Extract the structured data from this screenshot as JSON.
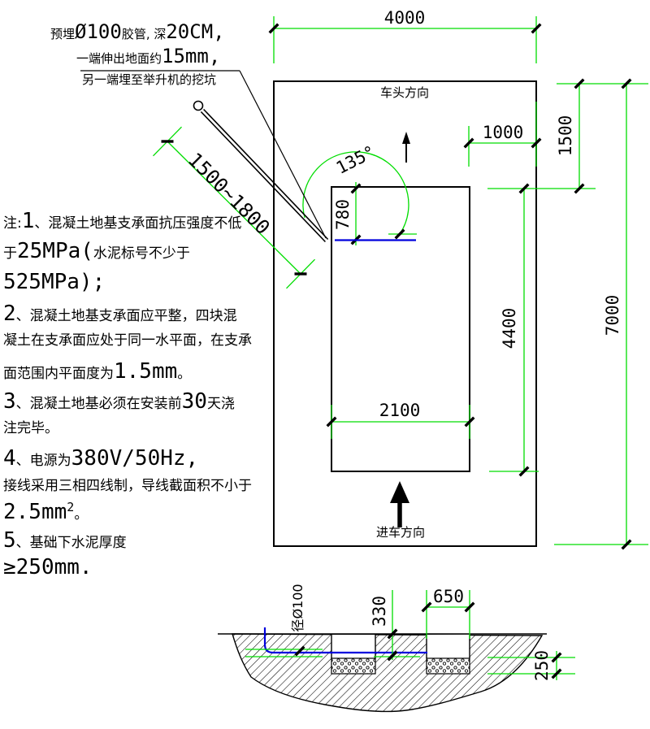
{
  "annotation": {
    "l1": [
      "预埋",
      "Ø100",
      "胶管, 深",
      "20CM,"
    ],
    "l2": [
      "一端伸出地面约",
      "15mm,"
    ],
    "l3": "另一端埋至举升机的挖坑"
  },
  "notes": {
    "lines": [
      [
        "注:",
        "1",
        "、混凝土地基支承面抗压强度不低"
      ],
      [
        "于",
        "25MPa(",
        "水泥标号不少于"
      ],
      [
        "525MPa);"
      ],
      [
        "2",
        "、混凝土地基支承面应平整，四块混"
      ],
      [
        "凝土在支承面应处于同一水平面，在支承"
      ],
      [
        "面范围内平面度为",
        "1.5mm",
        "。"
      ],
      [
        "3",
        "、混凝土地基必须在安装前",
        "30",
        "天浇"
      ],
      [
        "注完毕。"
      ],
      [
        "4",
        "、电源为",
        "380V/50Hz,"
      ],
      [
        "接线采用三相四线制，导线截面积不小于"
      ],
      [
        "2.5mm",
        "2",
        "。"
      ],
      [
        "5",
        "、基础下水泥厚度"
      ],
      [
        "≥250mm."
      ]
    ]
  },
  "plan": {
    "head_direction": "车头方向",
    "entry_direction": "进车方向",
    "dim_width": "4000",
    "dim_offset": "1000",
    "dim_top": "1500",
    "dim_total_height": "7000",
    "dim_inner_height": "4400",
    "dim_inner_width": "2100",
    "dim_pipe_depth": "780",
    "dim_angle": "135°",
    "dim_pipe_length": "1500~1800"
  },
  "section": {
    "label_pipe": "径Ø100",
    "dim_depth": "330",
    "dim_pit_width": "650",
    "dim_thickness": "250"
  },
  "colors": {
    "dimension": "#00dd00",
    "pipe": "#0000dd",
    "line": "#000000",
    "background": "#ffffff"
  }
}
